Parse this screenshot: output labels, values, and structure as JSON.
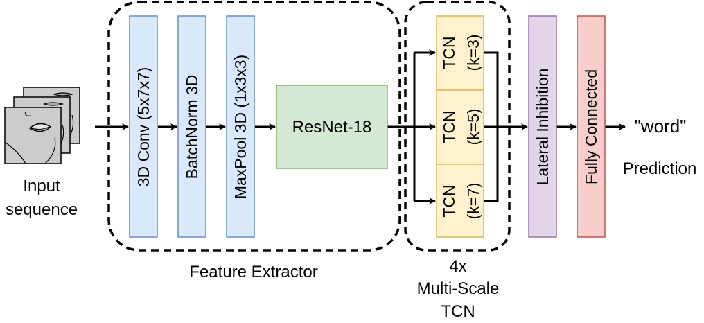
{
  "input": {
    "line1": "Input",
    "line2": "sequence"
  },
  "blocks": {
    "conv3d": "3D Conv (5x7x7)",
    "batchnorm": "BatchNorm 3D",
    "maxpool": "MaxPool 3D (1x3x3)",
    "resnet": "ResNet-18",
    "tcn1": {
      "name": "TCN",
      "kernel": "(k=3)"
    },
    "tcn2": {
      "name": "TCN",
      "kernel": "(k=5)"
    },
    "tcn3": {
      "name": "TCN",
      "kernel": "(k=7)"
    },
    "lateral": "Lateral Inhibition",
    "fc": "Fully Connected"
  },
  "groups": {
    "feature_extractor": "Feature Extractor",
    "tcn_line1": "4x",
    "tcn_line2": "Multi-Scale",
    "tcn_line3": "TCN"
  },
  "output": {
    "word": "\"word\"",
    "prediction": "Prediction"
  },
  "colors": {
    "blue_fill": "#dae8fc",
    "blue_stroke": "#6c8ebf",
    "green_fill": "#d5e8d4",
    "green_stroke": "#82b366",
    "yellow_fill": "#fff2cc",
    "yellow_stroke": "#d6b656",
    "purple_fill": "#e1d5e7",
    "purple_stroke": "#9673a6",
    "red_fill": "#f8cecc",
    "red_stroke": "#b85450"
  }
}
